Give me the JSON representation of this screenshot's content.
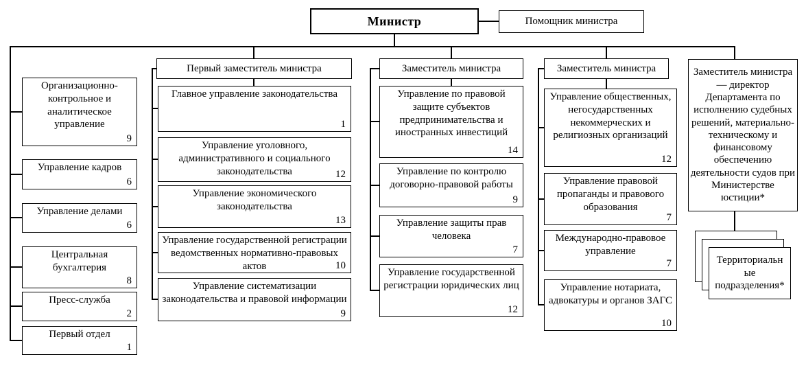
{
  "top": {
    "minister": "Министр",
    "assistant": "Помощник министра"
  },
  "col1": {
    "boxes": [
      {
        "label": "Организационно-контрольное и аналитическое управление",
        "count": "9"
      },
      {
        "label": "Управление кадров",
        "count": "6"
      },
      {
        "label": "Управление делами",
        "count": "6"
      },
      {
        "label": "Центральная бухгалтерия",
        "count": "8"
      },
      {
        "label": "Пресс-служба",
        "count": "2"
      },
      {
        "label": "Первый отдел",
        "count": "1"
      }
    ]
  },
  "col2": {
    "header": "Первый заместитель министра",
    "boxes": [
      {
        "label": "Главное управление законодательства",
        "count": "1"
      },
      {
        "label": "Управление уголовного, административного и социального законодательства",
        "count": "12"
      },
      {
        "label": "Управление экономического законодательства",
        "count": "13"
      },
      {
        "label": "Управление государственной регистрации ведомственных нормативно-правовых актов",
        "count": "10"
      },
      {
        "label": "Управление систематизации законодательства и правовой информации",
        "count": "9"
      }
    ]
  },
  "col3": {
    "header": "Заместитель министра",
    "boxes": [
      {
        "label": "Управление по правовой защите субъектов предпринимательства и иностранных инвестиций",
        "count": "14"
      },
      {
        "label": "Управление по контролю договорно-правовой работы",
        "count": "9"
      },
      {
        "label": "Управление защиты прав человека",
        "count": "7"
      },
      {
        "label": "Управление государственной регистрации юридических лиц",
        "count": "12"
      }
    ]
  },
  "col4": {
    "header": "Заместитель министра",
    "boxes": [
      {
        "label": "Управление общественных, негосударственных некоммерческих и религиозных организаций",
        "count": "12"
      },
      {
        "label": "Управление правовой пропаганды и правового образования",
        "count": "7"
      },
      {
        "label": "Международно-правовое управление",
        "count": "7"
      },
      {
        "label": "Управление нотариата, адвокатуры и органов ЗАГС",
        "count": "10"
      }
    ]
  },
  "col5": {
    "header": "Заместитель министра — директор Департамента по исполнению судебных решений, материально-техническому и финансовому обеспечению деятельности судов при Министерстве юстиции*",
    "territorial": "Территориальн\nые\nподразделения*"
  },
  "colors": {
    "line": "#000000",
    "box_border": "#000000",
    "background": "#ffffff",
    "text": "#000000"
  }
}
